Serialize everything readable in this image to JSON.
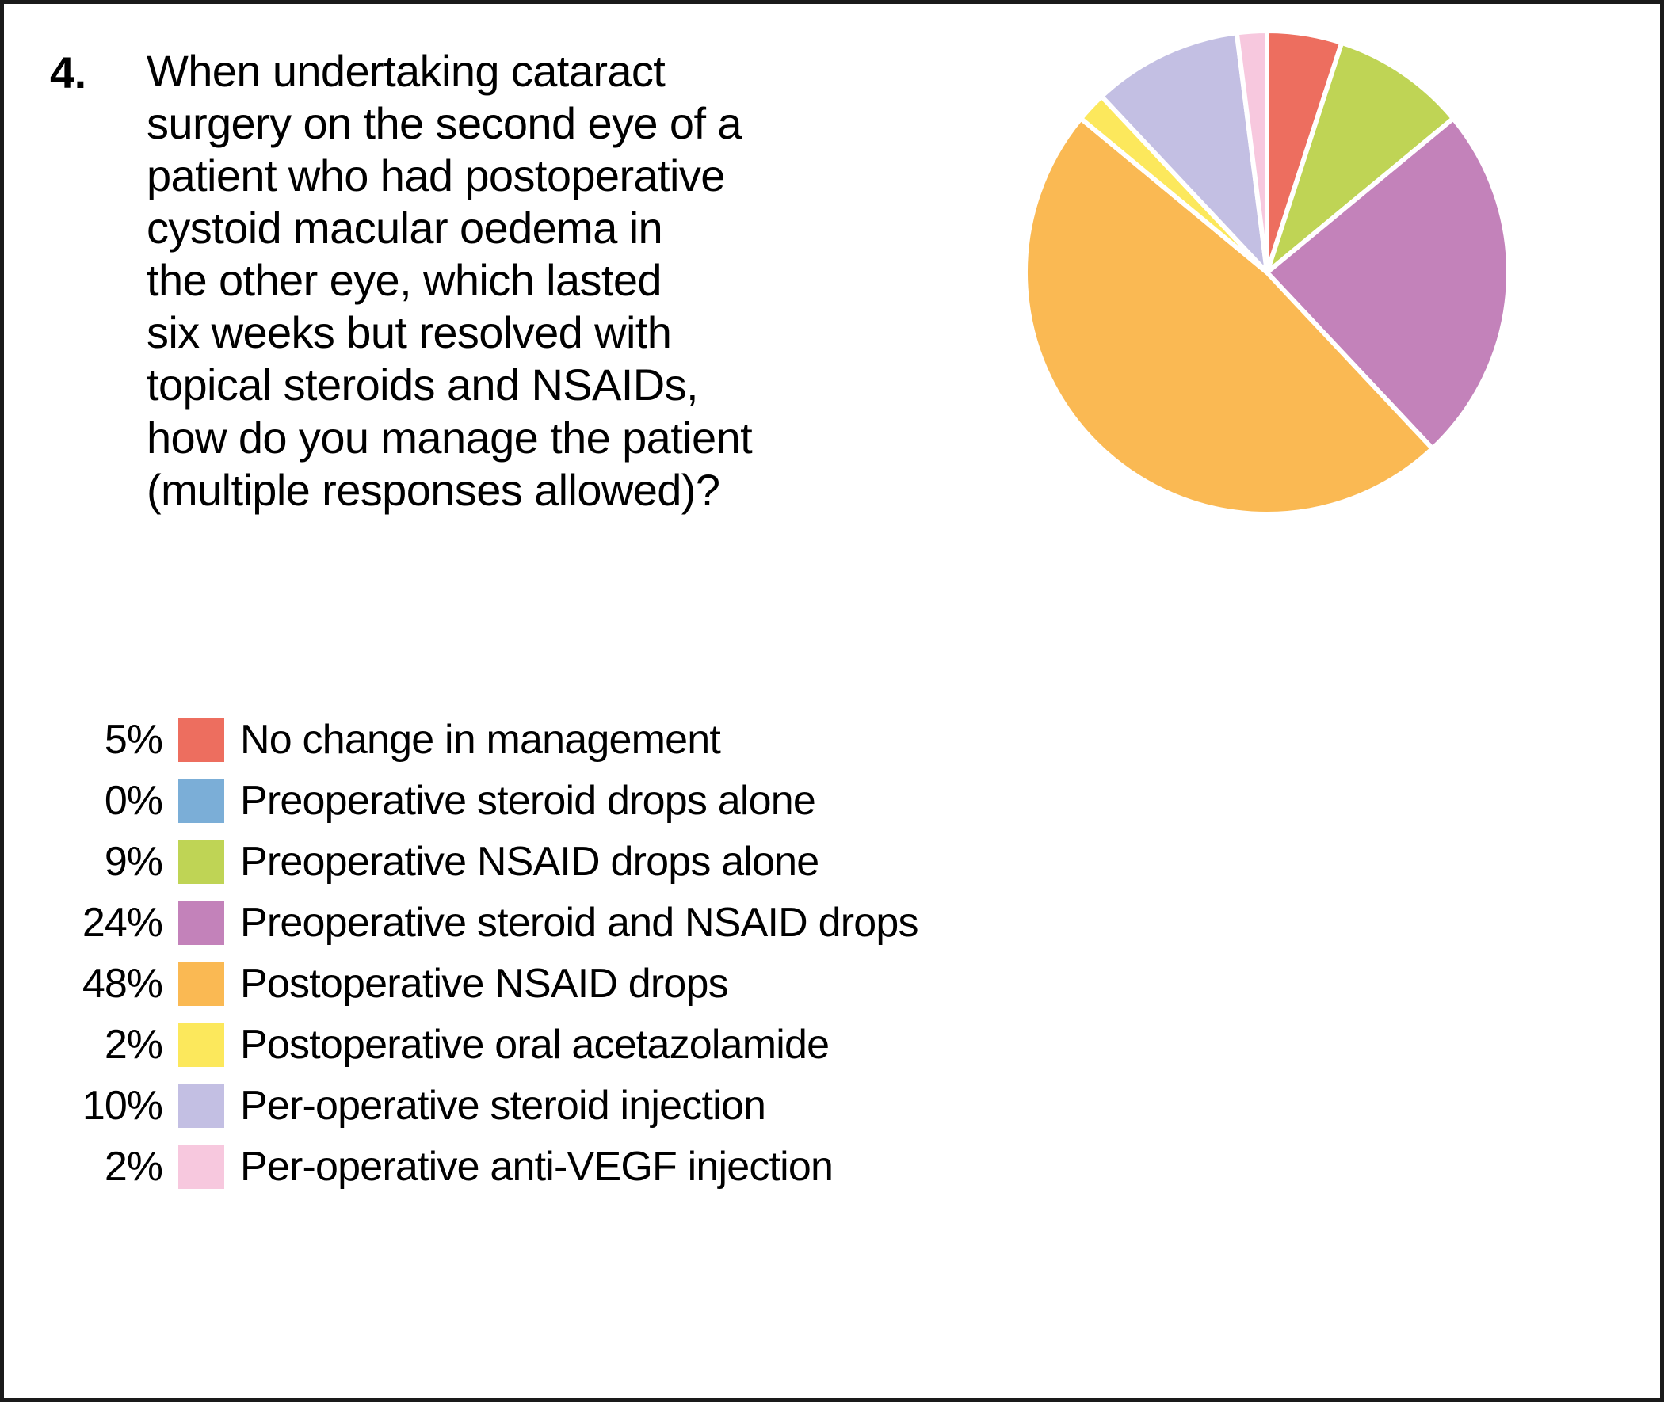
{
  "question": {
    "number": "4.",
    "text": "When undertaking cataract\nsurgery on the second eye of a\npatient who had postoperative\ncystoid macular oedema in\nthe other eye, which lasted\nsix weeks but resolved with\ntopical steroids and NSAIDs,\nhow do you manage the patient\n(multiple responses allowed)?"
  },
  "chart_data": {
    "type": "pie",
    "title": "When undertaking cataract surgery on the second eye of a patient who had postoperative cystoid macular oedema in the other eye, which lasted six weeks but resolved with topical steroids and NSAIDs, how do you manage the patient (multiple responses allowed)?",
    "xlabel": "",
    "ylabel": "",
    "legend_position": "below-left",
    "value_suffix": "%",
    "start_angle_deg": 0,
    "direction": "clockwise",
    "categories": [
      "No change in management",
      "Preoperative steroid drops alone",
      "Preoperative NSAID drops alone",
      "Preoperative steroid and NSAID drops",
      "Postoperative NSAID drops",
      "Postoperative oral acetazolamide",
      "Per-operative steroid injection",
      "Per-operative anti-VEGF injection"
    ],
    "values": [
      5,
      0,
      9,
      24,
      48,
      2,
      10,
      2
    ],
    "value_labels": [
      "5%",
      "0%",
      "9%",
      "24%",
      "48%",
      "2%",
      "10%",
      "2%"
    ],
    "colors": [
      "#ED6E5F",
      "#7BAED7",
      "#BFD455",
      "#C382BA",
      "#FAB953",
      "#FCE85C",
      "#C3BFE3",
      "#F7C8DE"
    ]
  },
  "legend": {
    "items": [
      {
        "percent": "5%",
        "label": "No change in management",
        "color": "#ED6E5F"
      },
      {
        "percent": "0%",
        "label": "Preoperative steroid drops alone",
        "color": "#7BAED7"
      },
      {
        "percent": "9%",
        "label": "Preoperative NSAID drops alone",
        "color": "#BFD455"
      },
      {
        "percent": "24%",
        "label": "Preoperative steroid and NSAID drops",
        "color": "#C382BA"
      },
      {
        "percent": "48%",
        "label": "Postoperative NSAID drops",
        "color": "#FAB953"
      },
      {
        "percent": "2%",
        "label": "Postoperative oral acetazolamide",
        "color": "#FCE85C"
      },
      {
        "percent": "10%",
        "label": "Per-operative steroid injection",
        "color": "#C3BFE3"
      },
      {
        "percent": "2%",
        "label": "Per-operative anti-VEGF injection",
        "color": "#F7C8DE"
      }
    ]
  }
}
